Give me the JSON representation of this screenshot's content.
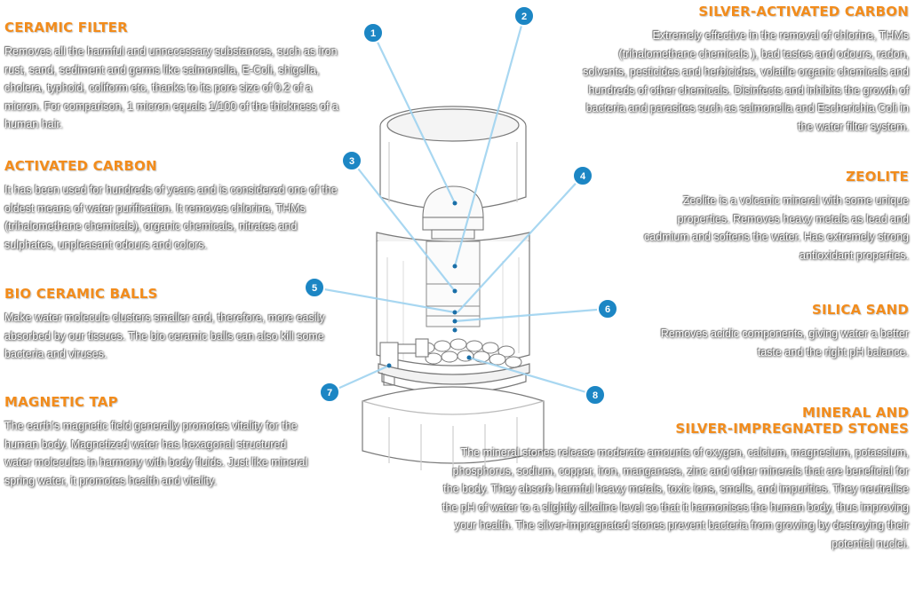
{
  "sections": {
    "ceramic_filter": {
      "title": "CERAMIC FILTER",
      "text": "Removes all the harmful and unnecessary substances, such as iron rust, sand, sediment and germs like salmonella, E-Coli, shigella, cholera, typhoid, coliform etc, thanks to its pore size of 0.2 of a micron. For comparison, 1 micron equals 1/100 of the thickness of a human hair."
    },
    "activated_carbon": {
      "title": "ACTIVATED CARBON",
      "text": "It has been used for hundreds of years and is considered one of the oldest means of water purification. It removes chlorine, THMs (trihalomethane chemicals), organic chemicals, nitrates and sulphates, unpleasant odours and colors."
    },
    "bio_ceramic_balls": {
      "title": "BIO CERAMIC BALLS",
      "text": "Make water molecule clusters smaller and, therefore, more easily absorbed by our tissues. The bio ceramic balls can also kill some bacteria and viruses."
    },
    "magnetic_tap": {
      "title": "MAGNETIC TAP",
      "text": "The earth's magnetic field generally promotes vitality for the human body. Magnetized water has hexagonal structured water molecules in harmony with body fluids. Just like mineral spring water, it promotes health and vitality."
    },
    "silver_activated_carbon": {
      "title": "SILVER-ACTIVATED CARBON",
      "text": "Extremely effective in the removal of chlorine, THMs (trihalomethane chemicals ), bad tastes and odours, radon, solvents, pesticides and herbicides, volatile organic chemicals and hundreds of other chemicals. Disinfects and inhibits the growth of bacteria and parasites such as salmonella and Escherichia Coli in the water filter system."
    },
    "zeolite": {
      "title": "ZEOLITE",
      "text": "Zeolite is a volcanic mineral with some unique properties. Removes heavy metals as lead and cadmium and softens the water. Has extremely strong antioxidant properties."
    },
    "silica_sand": {
      "title": "SILICA SAND",
      "text": "Removes acidic components, giving water a better taste and the right pH balance."
    },
    "mineral_stones": {
      "title": "MINERAL AND\nSILVER-IMPREGNATED STONES",
      "text": "The mineral stones release moderate amounts of oxygen, calcium, magnesium, potassium, phosphorus, sodium, copper, iron, manganese, zinc and other minerals that are beneficial for the body. They absorb harmful heavy metals, toxic ions, smells, and impurities. They neutralise the pH of water to a slightly alkaline level so that it harmonises the human body, thus improving your health. The silver-impregnated stones prevent bacteria from growing by destroying their potential nuclei."
    }
  },
  "markers": {
    "m1": "1",
    "m2": "2",
    "m3": "3",
    "m4": "4",
    "m5": "5",
    "m6": "6",
    "m7": "7",
    "m8": "8"
  },
  "colors": {
    "title_orange": "#f28c1c",
    "marker_blue": "#1c86c4",
    "line_blue": "#9fd3f0"
  }
}
